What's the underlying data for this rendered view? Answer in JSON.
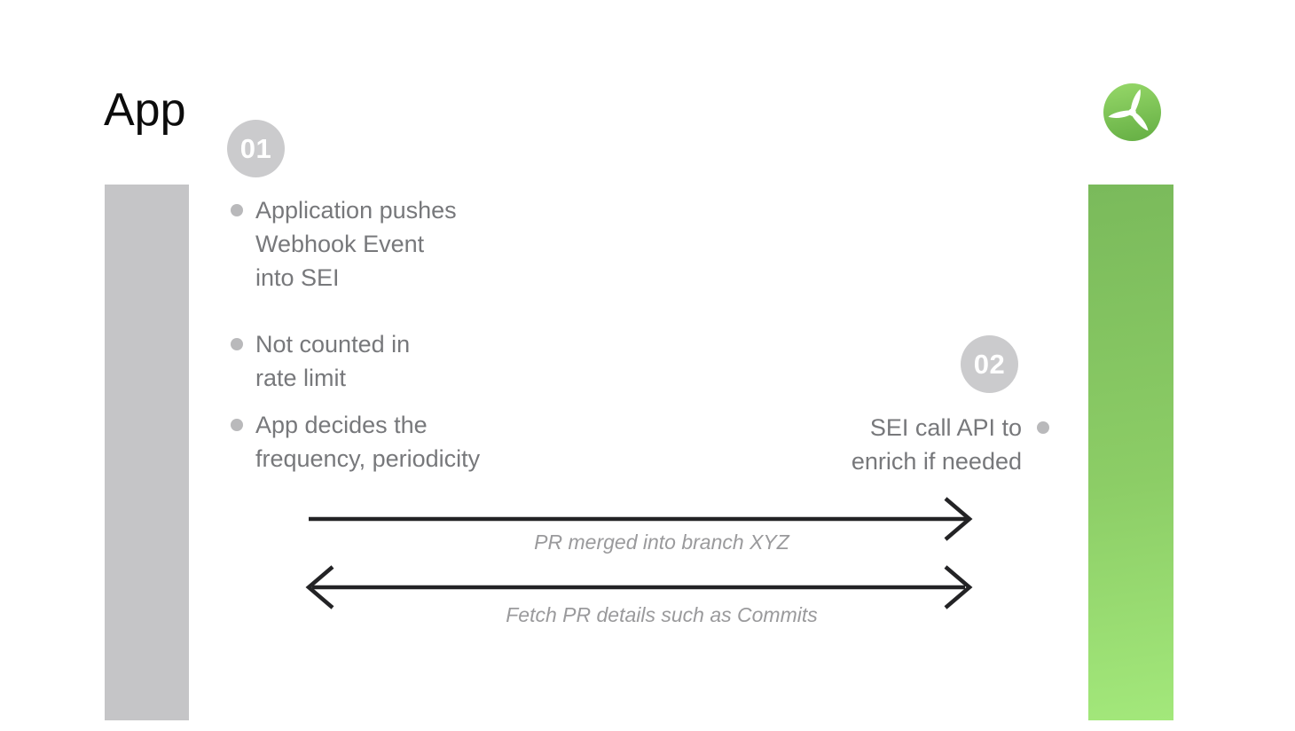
{
  "header": {
    "title": "App",
    "logo_icon": "propeller-logo"
  },
  "lanes": {
    "left_bar": "app-lane",
    "right_bar": "sei-lane"
  },
  "steps": {
    "step1": {
      "badge": "01",
      "bullets": [
        {
          "text": "Application pushes\nWebhook Event\ninto SEI"
        },
        {
          "text": "Not counted in\nrate limit"
        },
        {
          "text": "App decides the\nfrequency, periodicity"
        }
      ]
    },
    "step2": {
      "badge": "02",
      "note": "SEI call API to\nenrich if needed"
    }
  },
  "arrows": {
    "forward": {
      "label": "PR merged into branch XYZ",
      "direction": "right"
    },
    "backward": {
      "label": "Fetch PR details such as Commits",
      "direction": "both"
    }
  },
  "colors": {
    "text_gray": "#77787b",
    "label_gray": "#9a9a9c",
    "badge_bg": "#cbcbcd",
    "bullet_dot": "#b9b9bb",
    "arrow": "#232325",
    "bar_gray": "#c5c5c7",
    "bar_green_top": "#7aba5b",
    "bar_green_bottom": "#a3e87b",
    "logo_green_light": "#95d768",
    "logo_green_dark": "#69b247"
  }
}
